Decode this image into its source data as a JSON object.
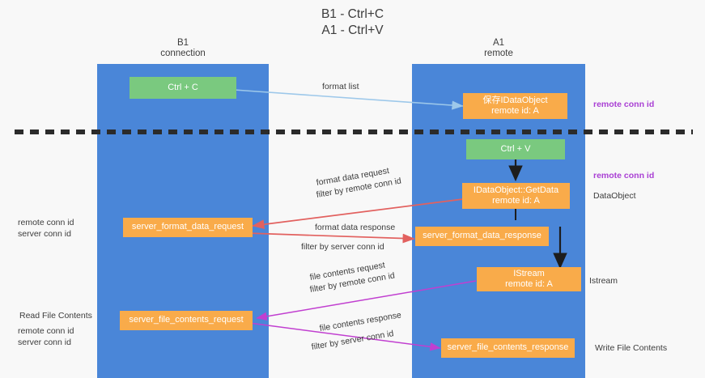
{
  "title": "B1 - Ctrl+C\nA1 - Ctrl+V",
  "colors": {
    "lane": "#4a86d8",
    "green_node": "#7ac97f",
    "orange_node": "#f9ab4a",
    "remote_conn_id": "#a93fd4",
    "server_conn_id": "#4fa85c",
    "format_arrow": "#9dc8ea",
    "data_arrow": "#e2615f",
    "stream_arrow": "#c13fd0",
    "divider": "#2b2b2b"
  },
  "lanes": [
    {
      "id": "b1",
      "title": "B1\nconnection"
    },
    {
      "id": "a1",
      "title": "A1\nremote"
    }
  ],
  "nodes": {
    "ctrl_c": "Ctrl + C",
    "save_dataobject": "保存IDataObject\nremote id: A",
    "ctrl_v": "Ctrl + V",
    "idataobject_getdata": "IDataObject::GetData\nremote id: A",
    "server_format_data_request": "server_format_data_request",
    "server_format_data_response": "server_format_data_response",
    "istream": "IStream\nremote id: A",
    "server_file_contents_request": "server_file_contents_request",
    "server_file_contents_response": "server_file_contents_response"
  },
  "edge_labels": {
    "format_list": "format list",
    "format_data_request": "format data request",
    "format_data_request_filter_prefix": "filter by ",
    "format_data_request_filter_key": "remote conn id",
    "format_data_response": "format data response",
    "format_data_response_filter_prefix": "filter by ",
    "format_data_response_filter_key": "server conn id",
    "file_contents_request": "file contents request",
    "file_contents_request_filter_prefix": "filter by ",
    "file_contents_request_filter_key": "remote conn id",
    "file_contents_response": "file contents response",
    "file_contents_response_filter_prefix": "filter by ",
    "file_contents_response_filter_key": "server conn id"
  },
  "right_annotations": {
    "remote_conn_id_top": "remote conn id",
    "remote_conn_id_mid": "remote conn id",
    "dataobject": "DataObject",
    "istream": "Istream",
    "write_file_contents": "Write File Contents"
  },
  "left_annotations": {
    "remote_conn_id_mid": "remote conn id",
    "server_conn_id_mid": "server conn id",
    "read_file_contents": "Read File Contents",
    "remote_conn_id_bottom": "remote conn id",
    "server_conn_id_bottom": "server conn id"
  }
}
